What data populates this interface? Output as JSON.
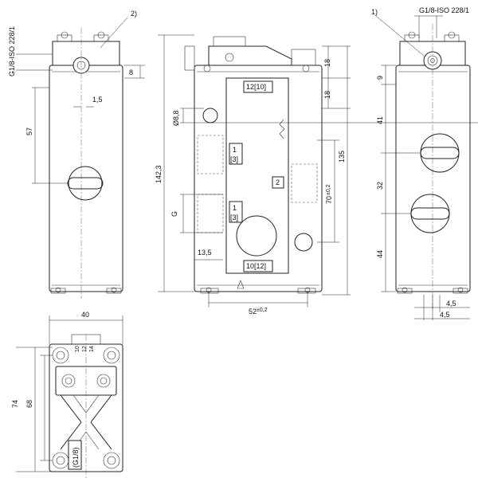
{
  "callouts": {
    "note1": "1)",
    "note2": "2)",
    "thread_left": "G1/8-ISO 228/1",
    "thread_right": "G1/8-ISO 228/1"
  },
  "left_view": {
    "dim_8": "8",
    "dim_1_5": "1,5",
    "dim_57": "57"
  },
  "front_view": {
    "port_top": "12[10]",
    "port_bottom": "10[12]",
    "port_1a_line1": "1",
    "port_1a_line2": "[3]",
    "port_1b_line1": "1",
    "port_1b_line2": "[3]",
    "port_2": "2",
    "dim_dia": "Ø8,8",
    "dim_G": "G",
    "dim_13_5": "13,5",
    "dim_142_3": "142,3",
    "dim_18a": "18",
    "dim_18b": "18",
    "dim_135": "135",
    "dim_70": "70",
    "dim_70_tol": "±0,2",
    "dim_52": "52",
    "dim_52_tol": "±0,2"
  },
  "right_view": {
    "dim_9": "9",
    "dim_41": "41",
    "dim_32": "32",
    "dim_44": "44",
    "dim_4_5a": "4,5",
    "dim_4_5b": "4,5"
  },
  "bottom_view": {
    "dim_40": "40",
    "dim_74": "74",
    "dim_68": "68",
    "port_10": "10",
    "port_12": "12",
    "port_14": "14",
    "thread_label": "(G1/8)"
  }
}
